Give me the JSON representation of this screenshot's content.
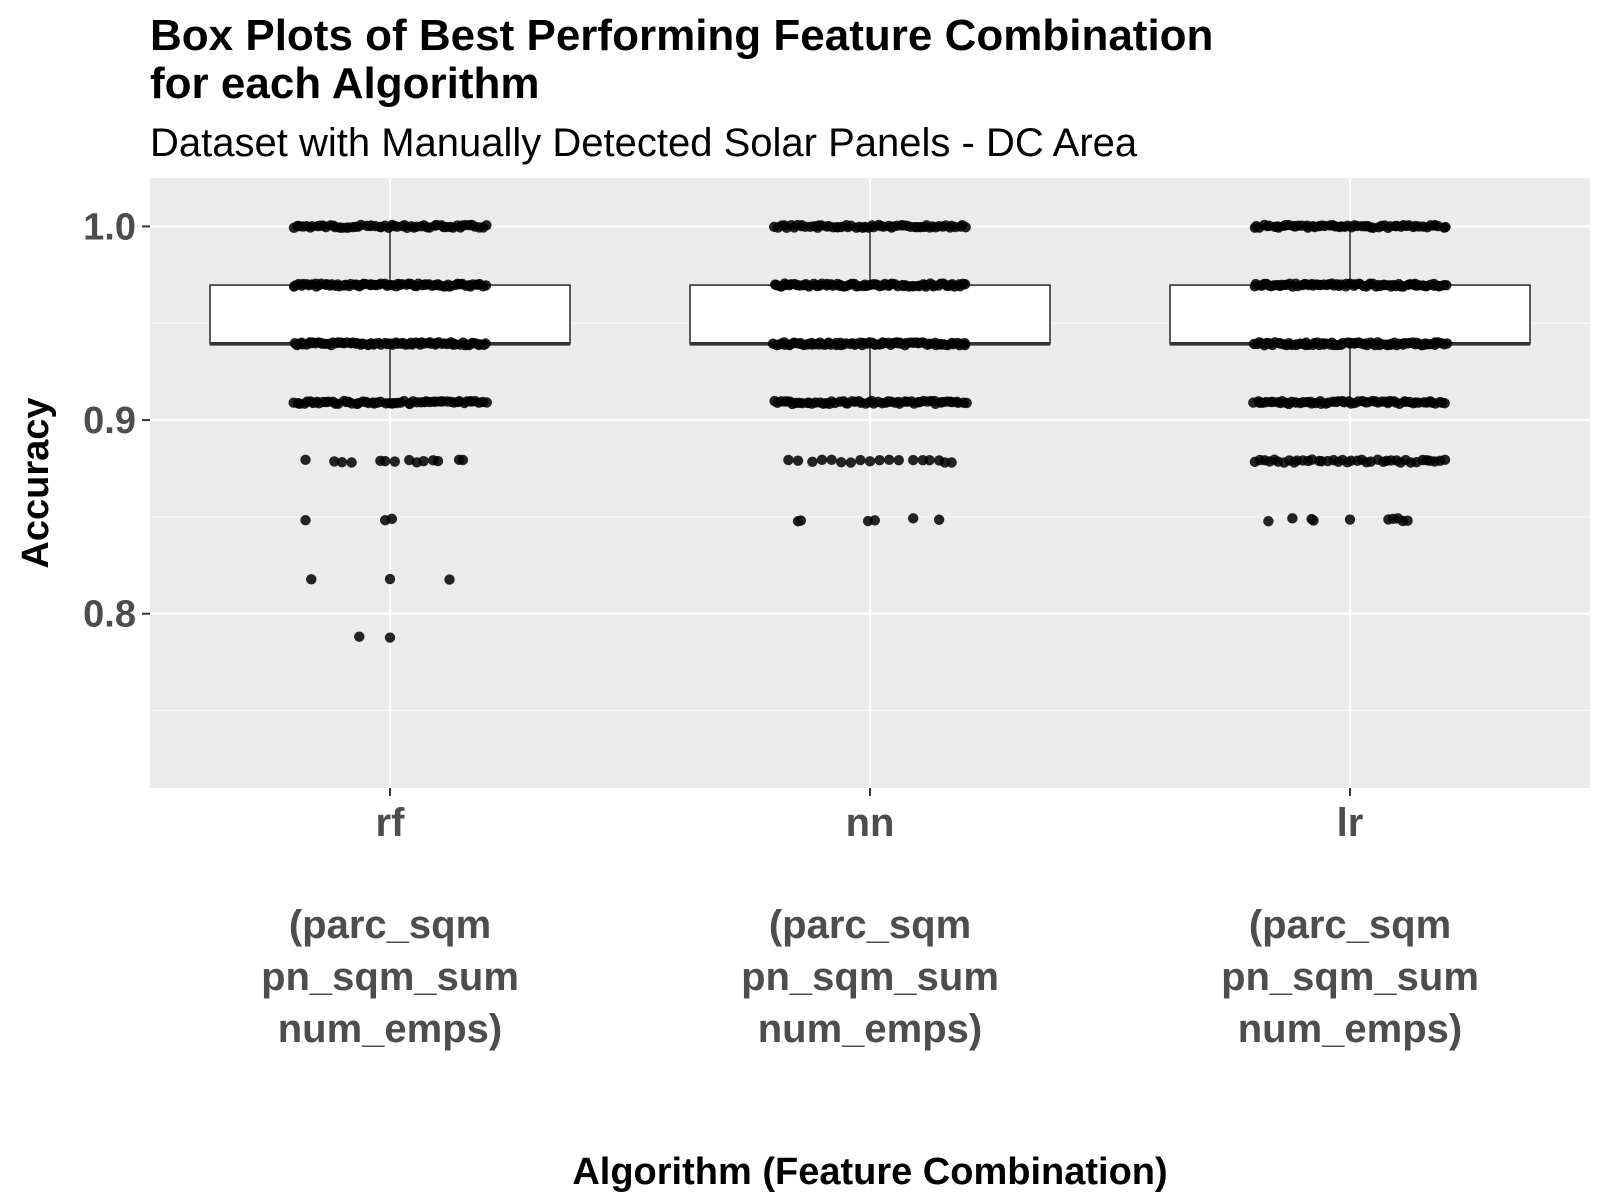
{
  "chart_data": {
    "type": "box",
    "title_lines": [
      "Box Plots of Best Performing Feature Combination",
      "for each Algorithm"
    ],
    "subtitle": "Dataset with Manually Detected Solar Panels - DC Area",
    "xlabel": "Algorithm (Feature Combination)",
    "ylabel": "Accuracy",
    "ylim": [
      0.71,
      1.025
    ],
    "y_ticks": [
      0.8,
      0.9,
      1.0
    ],
    "y_tick_labels": [
      "0.8",
      "0.9",
      "1.0"
    ],
    "grid": true,
    "categories": [
      {
        "name": "rf",
        "label_lines": [
          "rf",
          "",
          "(parc_sqm",
          "pn_sqm_sum",
          "num_emps)"
        ],
        "box": {
          "q1": 0.9394,
          "median": 0.9394,
          "q3": 0.9697,
          "whisker_low": 0.9091,
          "whisker_high": 1.0
        },
        "points": [
          {
            "y": 1.0,
            "count": 60
          },
          {
            "y": 0.9697,
            "count": 75
          },
          {
            "y": 0.9394,
            "count": 80
          },
          {
            "y": 0.9091,
            "count": 60
          },
          {
            "y": 0.8788,
            "xs": [
              -0.88,
              -0.58,
              -0.5,
              -0.4,
              -0.1,
              -0.05,
              0.05,
              0.2,
              0.28,
              0.35,
              0.45,
              0.5,
              0.72,
              0.76
            ]
          },
          {
            "y": 0.8485,
            "xs": [
              -0.88,
              -0.05,
              0.02
            ]
          },
          {
            "y": 0.8182,
            "xs": [
              -0.82,
              0.0,
              0.62
            ]
          },
          {
            "y": 0.7879,
            "xs": [
              -0.32,
              0.0
            ]
          }
        ]
      },
      {
        "name": "nn",
        "label_lines": [
          "nn",
          "",
          "(parc_sqm",
          "pn_sqm_sum",
          "num_emps)"
        ],
        "box": {
          "q1": 0.9394,
          "median": 0.9394,
          "q3": 0.9697,
          "whisker_low": 0.9091,
          "whisker_high": 1.0
        },
        "points": [
          {
            "y": 1.0,
            "count": 60
          },
          {
            "y": 0.9697,
            "count": 75
          },
          {
            "y": 0.9394,
            "count": 80
          },
          {
            "y": 0.9091,
            "count": 60
          },
          {
            "y": 0.8788,
            "xs": [
              -0.85,
              -0.75,
              -0.6,
              -0.5,
              -0.4,
              -0.3,
              -0.2,
              -0.1,
              0.0,
              0.1,
              0.2,
              0.3,
              0.45,
              0.55,
              0.62,
              0.72,
              0.78,
              0.85
            ]
          },
          {
            "y": 0.8485,
            "xs": [
              -0.75,
              -0.72,
              -0.02,
              0.05,
              0.45,
              0.72
            ]
          }
        ]
      },
      {
        "name": "lr",
        "label_lines": [
          "lr",
          "",
          "(parc_sqm",
          "pn_sqm_sum",
          "num_emps)"
        ],
        "box": {
          "q1": 0.9394,
          "median": 0.9394,
          "q3": 0.9697,
          "whisker_low": 0.9091,
          "whisker_high": 1.0
        },
        "points": [
          {
            "y": 1.0,
            "count": 60
          },
          {
            "y": 0.9697,
            "count": 75
          },
          {
            "y": 0.9394,
            "count": 80
          },
          {
            "y": 0.9091,
            "count": 60
          },
          {
            "y": 0.8788,
            "count": 40
          },
          {
            "y": 0.8485,
            "xs": [
              -0.85,
              -0.6,
              -0.4,
              -0.38,
              0.0,
              0.4,
              0.45,
              0.5,
              0.55,
              0.6
            ]
          }
        ]
      }
    ]
  }
}
